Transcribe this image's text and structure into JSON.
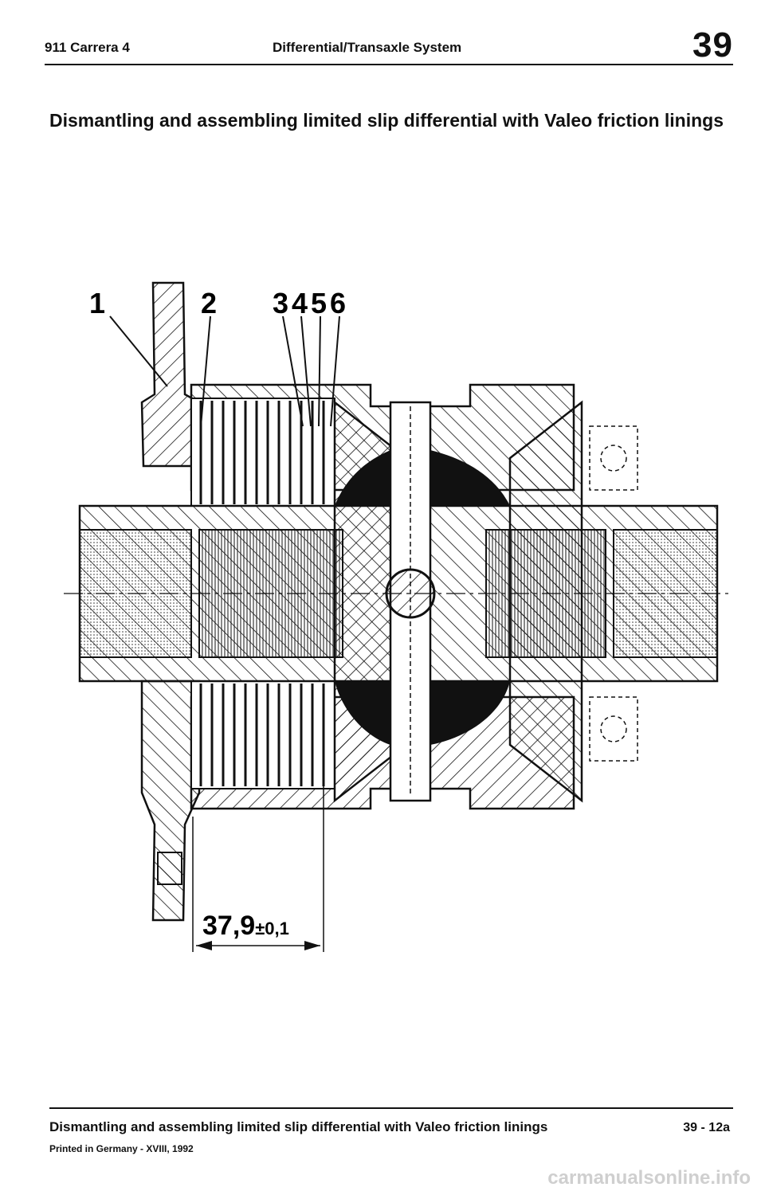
{
  "header": {
    "model": "911 Carrera 4",
    "section": "Differential/Transaxle System",
    "section_number": "39"
  },
  "title": "Dismantling and assembling limited slip differential with Valeo friction linings",
  "figure": {
    "callouts": [
      "1",
      "2",
      "3",
      "4",
      "5",
      "6"
    ],
    "dimension": {
      "value": "37,9",
      "tolerance": "±0,1"
    }
  },
  "footer": {
    "title": "Dismantling and assembling limited slip differential with Valeo friction linings",
    "page": "39 - 12a",
    "printed": "Printed in Germany - XVIII, 1992"
  },
  "watermark": "carmanualsonline.info"
}
